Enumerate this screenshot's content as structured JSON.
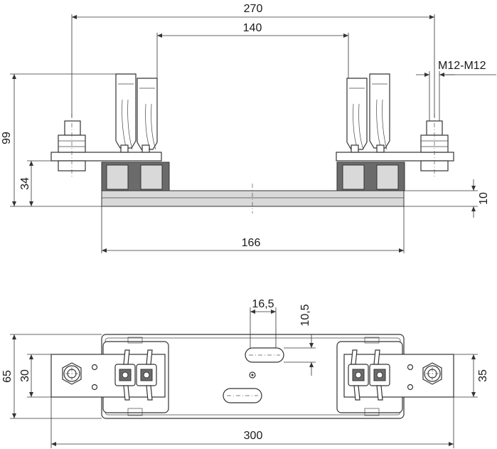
{
  "dimensions": {
    "overall_bolt_span": "270",
    "contact_span": "140",
    "thread": "M12-M12",
    "height_total": "99",
    "height_terminal": "34",
    "base_thickness": "10",
    "base_length": "166",
    "slot_width": "16,5",
    "slot_offset": "10,5",
    "plan_width": "65",
    "terminal_width": "30",
    "terminal_width_right": "35",
    "plan_length": "300"
  }
}
